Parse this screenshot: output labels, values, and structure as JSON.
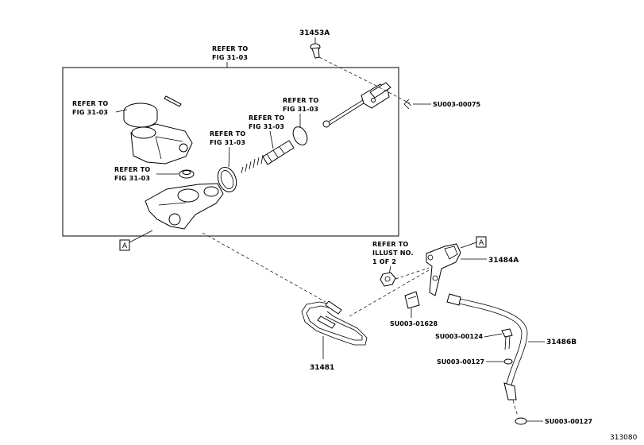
{
  "refs": {
    "top": [
      "REFER TO",
      "FIG 31-03"
    ],
    "reservoir": [
      "REFER TO",
      "FIG 31-03"
    ],
    "grommet": [
      "REFER TO",
      "FIG 31-03"
    ],
    "oring": [
      "REFER TO",
      "FIG 31-03"
    ],
    "piston": [
      "REFER TO",
      "FIG 31-03"
    ],
    "ring": [
      "REFER TO",
      "FIG 31-03"
    ],
    "illust": [
      "REFER TO",
      "ILLUST NO.",
      "1 OF 2"
    ]
  },
  "parts": {
    "p31453A": "31453A",
    "p31484A": "31484A",
    "p31486B": "31486B",
    "p31481": "31481"
  },
  "codes": {
    "c00075": "SU003-00075",
    "c01628": "SU003-01628",
    "c00124": "SU003-00124",
    "c00127a": "SU003-00127",
    "c00127b": "SU003-00127"
  },
  "markers": {
    "a1": "A",
    "a2": "A"
  },
  "diagram_id": "313080"
}
